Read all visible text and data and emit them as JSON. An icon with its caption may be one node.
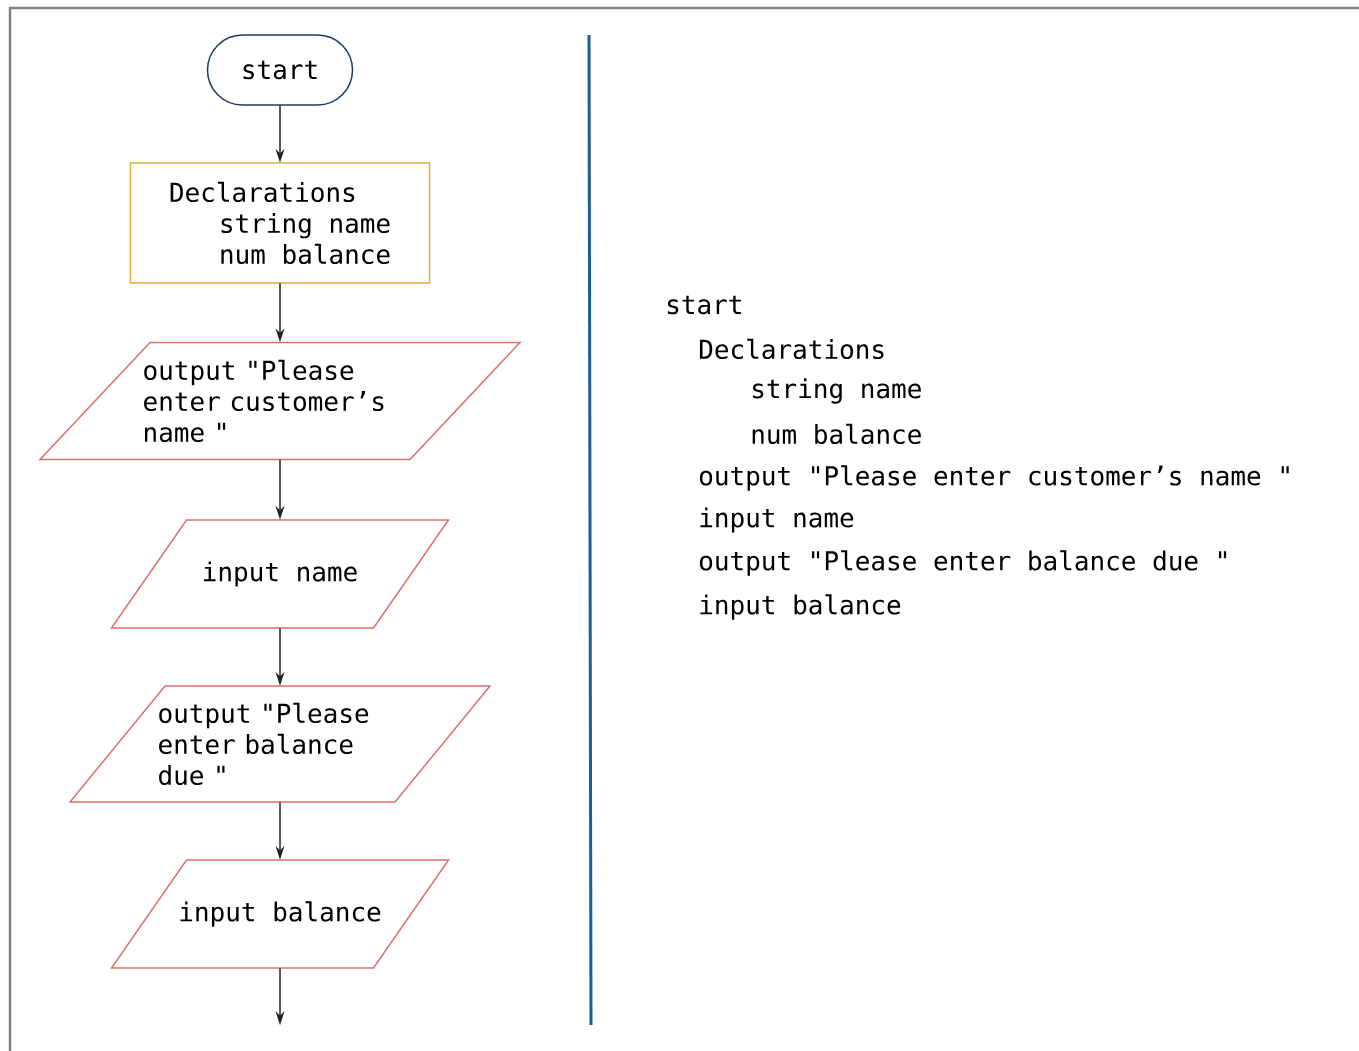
{
  "diagram": {
    "nodes": [
      {
        "text": [
          "start"
        ]
      },
      {
        "text": [
          "Declarations",
          "string name",
          "num balance"
        ]
      },
      {
        "text": [
          "output \"Please enter customer’s name \""
        ]
      },
      {
        "text": [
          "input name"
        ]
      },
      {
        "text": [
          "output \"Please enter balance due \""
        ]
      },
      {
        "text": [
          "input balance"
        ]
      }
    ],
    "edges": [
      {
        "from": 0,
        "to": 1,
        "arrow": "to"
      },
      {
        "from": 1,
        "to": 2,
        "arrow": "to"
      },
      {
        "from": 2,
        "to": 3,
        "arrow": "to"
      },
      {
        "from": 3,
        "to": 4,
        "arrow": "to"
      },
      {
        "from": 4,
        "to": 5,
        "arrow": "to"
      },
      {
        "from": 5,
        "to": null,
        "arrow": "to"
      }
    ],
    "labels": [
      "start",
      "Declarations",
      "string name",
      "num balance",
      "output \"Please enter customer’s name \"",
      "input name",
      "output \"Please enter balance due \"",
      "input balance"
    ]
  }
}
